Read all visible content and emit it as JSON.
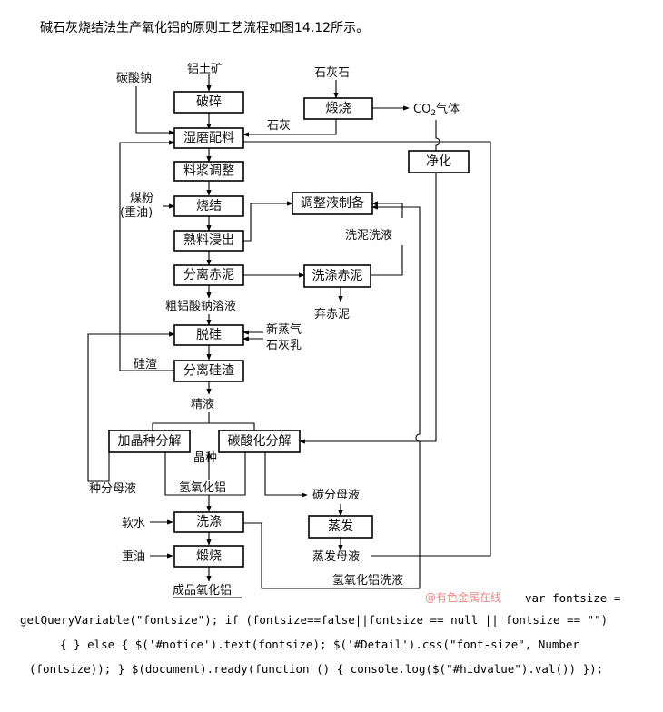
{
  "heading": "碱石灰烧结法生产氧化铝的原则工艺流程如图14.12所示。",
  "boxes": {
    "crush": "破碎",
    "wet_grind": "湿磨配料",
    "slurry_adjust": "料浆调整",
    "sinter": "烧结",
    "leach": "熟料浸出",
    "sep_mud": "分离赤泥",
    "desil": "脱硅",
    "sep_si": "分离硅渣",
    "seed_decomp": "加晶种分解",
    "carb_decomp": "碳酸化分解",
    "wash": "洗涤",
    "calcine_final": "煅烧",
    "calcine_lime": "煅烧",
    "purify": "净化",
    "adj_liquor": "调整液制备",
    "wash_mud": "洗涤赤泥",
    "evaporate": "蒸发"
  },
  "labels": {
    "bauxite": "铝土矿",
    "soda": "碳酸钠",
    "limestone": "石灰石",
    "co2": "CO",
    "co2_sub": "2",
    "gas": "气体",
    "lime": "石灰",
    "coal": "煤粉",
    "heavy_oil_paren": "(重油)",
    "mud_wash_liquor": "洗泥洗液",
    "crude_aluminate": "粗铝酸钠溶液",
    "waste_mud": "弃赤泥",
    "steam": "新蒸气",
    "lime_milk": "石灰乳",
    "si_slag": "硅渣",
    "refined": "精液",
    "seed": "晶种",
    "hydroxide": "氢氧化铝",
    "seed_mother": "种分母液",
    "carb_mother": "碳分母液",
    "soft_water": "软水",
    "heavy_oil": "重油",
    "evap_mother": "蒸发母液",
    "hydroxide_wash": "氢氧化铝洗液",
    "product": "成品氧化铝"
  },
  "watermark": "@有色金属在线",
  "code": {
    "line1": "var fontsize =",
    "line2": "getQueryVariable(\"fontsize\"); if (fontsize==false||fontsize == null || fontsize == \"\")",
    "line3": "{ } else { $('#notice').text(fontsize); $('#Detail').css(\"font-size\", Number",
    "line4": "(fontsize)); } $(document).ready(function () { console.log($(\"#hidvalue\").val()) });"
  }
}
